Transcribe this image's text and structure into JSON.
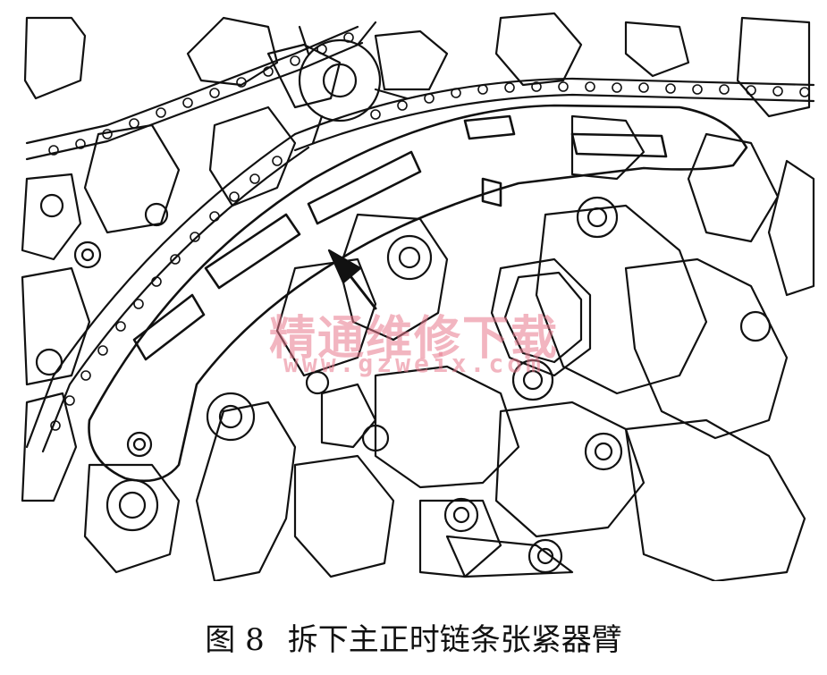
{
  "figure": {
    "caption_number": "图 8",
    "caption_text": "拆下主正时链条张紧器臂"
  },
  "watermark": {
    "text": "精通维修下载",
    "url": "www.gzweix.com"
  },
  "colors": {
    "line": "#111111",
    "background": "#ffffff",
    "watermark": "#e8788c"
  },
  "icons": {
    "pointer": "arrow-icon"
  }
}
